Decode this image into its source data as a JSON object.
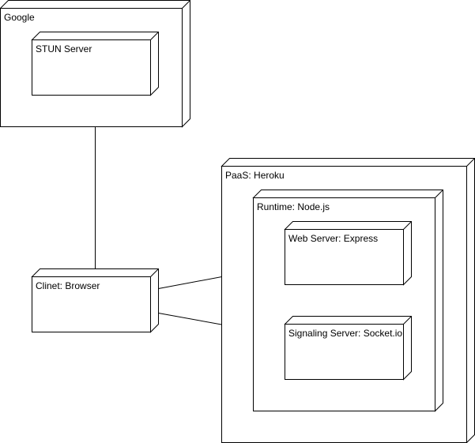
{
  "nodes": {
    "google": {
      "label": "Google"
    },
    "stun_server": {
      "label": "STUN Server"
    },
    "paas_heroku": {
      "label": "PaaS: Heroku"
    },
    "runtime_nodejs": {
      "label": "Runtime: Node.js"
    },
    "web_server_express": {
      "label": "Web Server: Express"
    },
    "signaling_server": {
      "label": "Signaling Server: Socket.io"
    },
    "client_browser": {
      "label": "Clinet: Browser"
    }
  },
  "colors": {
    "stroke": "#000000",
    "fill": "#ffffff",
    "text": "#000000"
  }
}
